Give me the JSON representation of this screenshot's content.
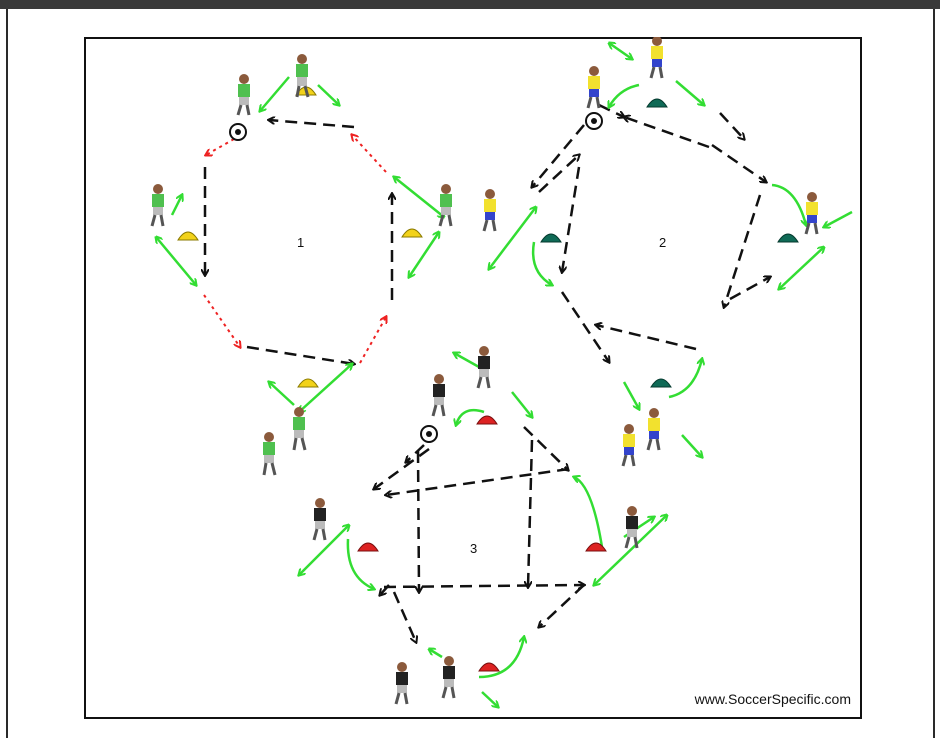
{
  "drill": {
    "grid_labels": [
      "1",
      "2",
      "3"
    ],
    "credit": "www.SoccerSpecific.com",
    "colors": {
      "team_1_kit": "#4fc04f",
      "team_2_kit": "#f2e12e",
      "team_3_kit": "#222222",
      "support_arrow": "#33dd33",
      "pass_arrow": "#111111",
      "option_arrow": "#ee2222",
      "cone_grid_1": "#f2d21a",
      "cone_grid_2": "#0f6a56",
      "cone_grid_3": "#dd2222"
    }
  }
}
